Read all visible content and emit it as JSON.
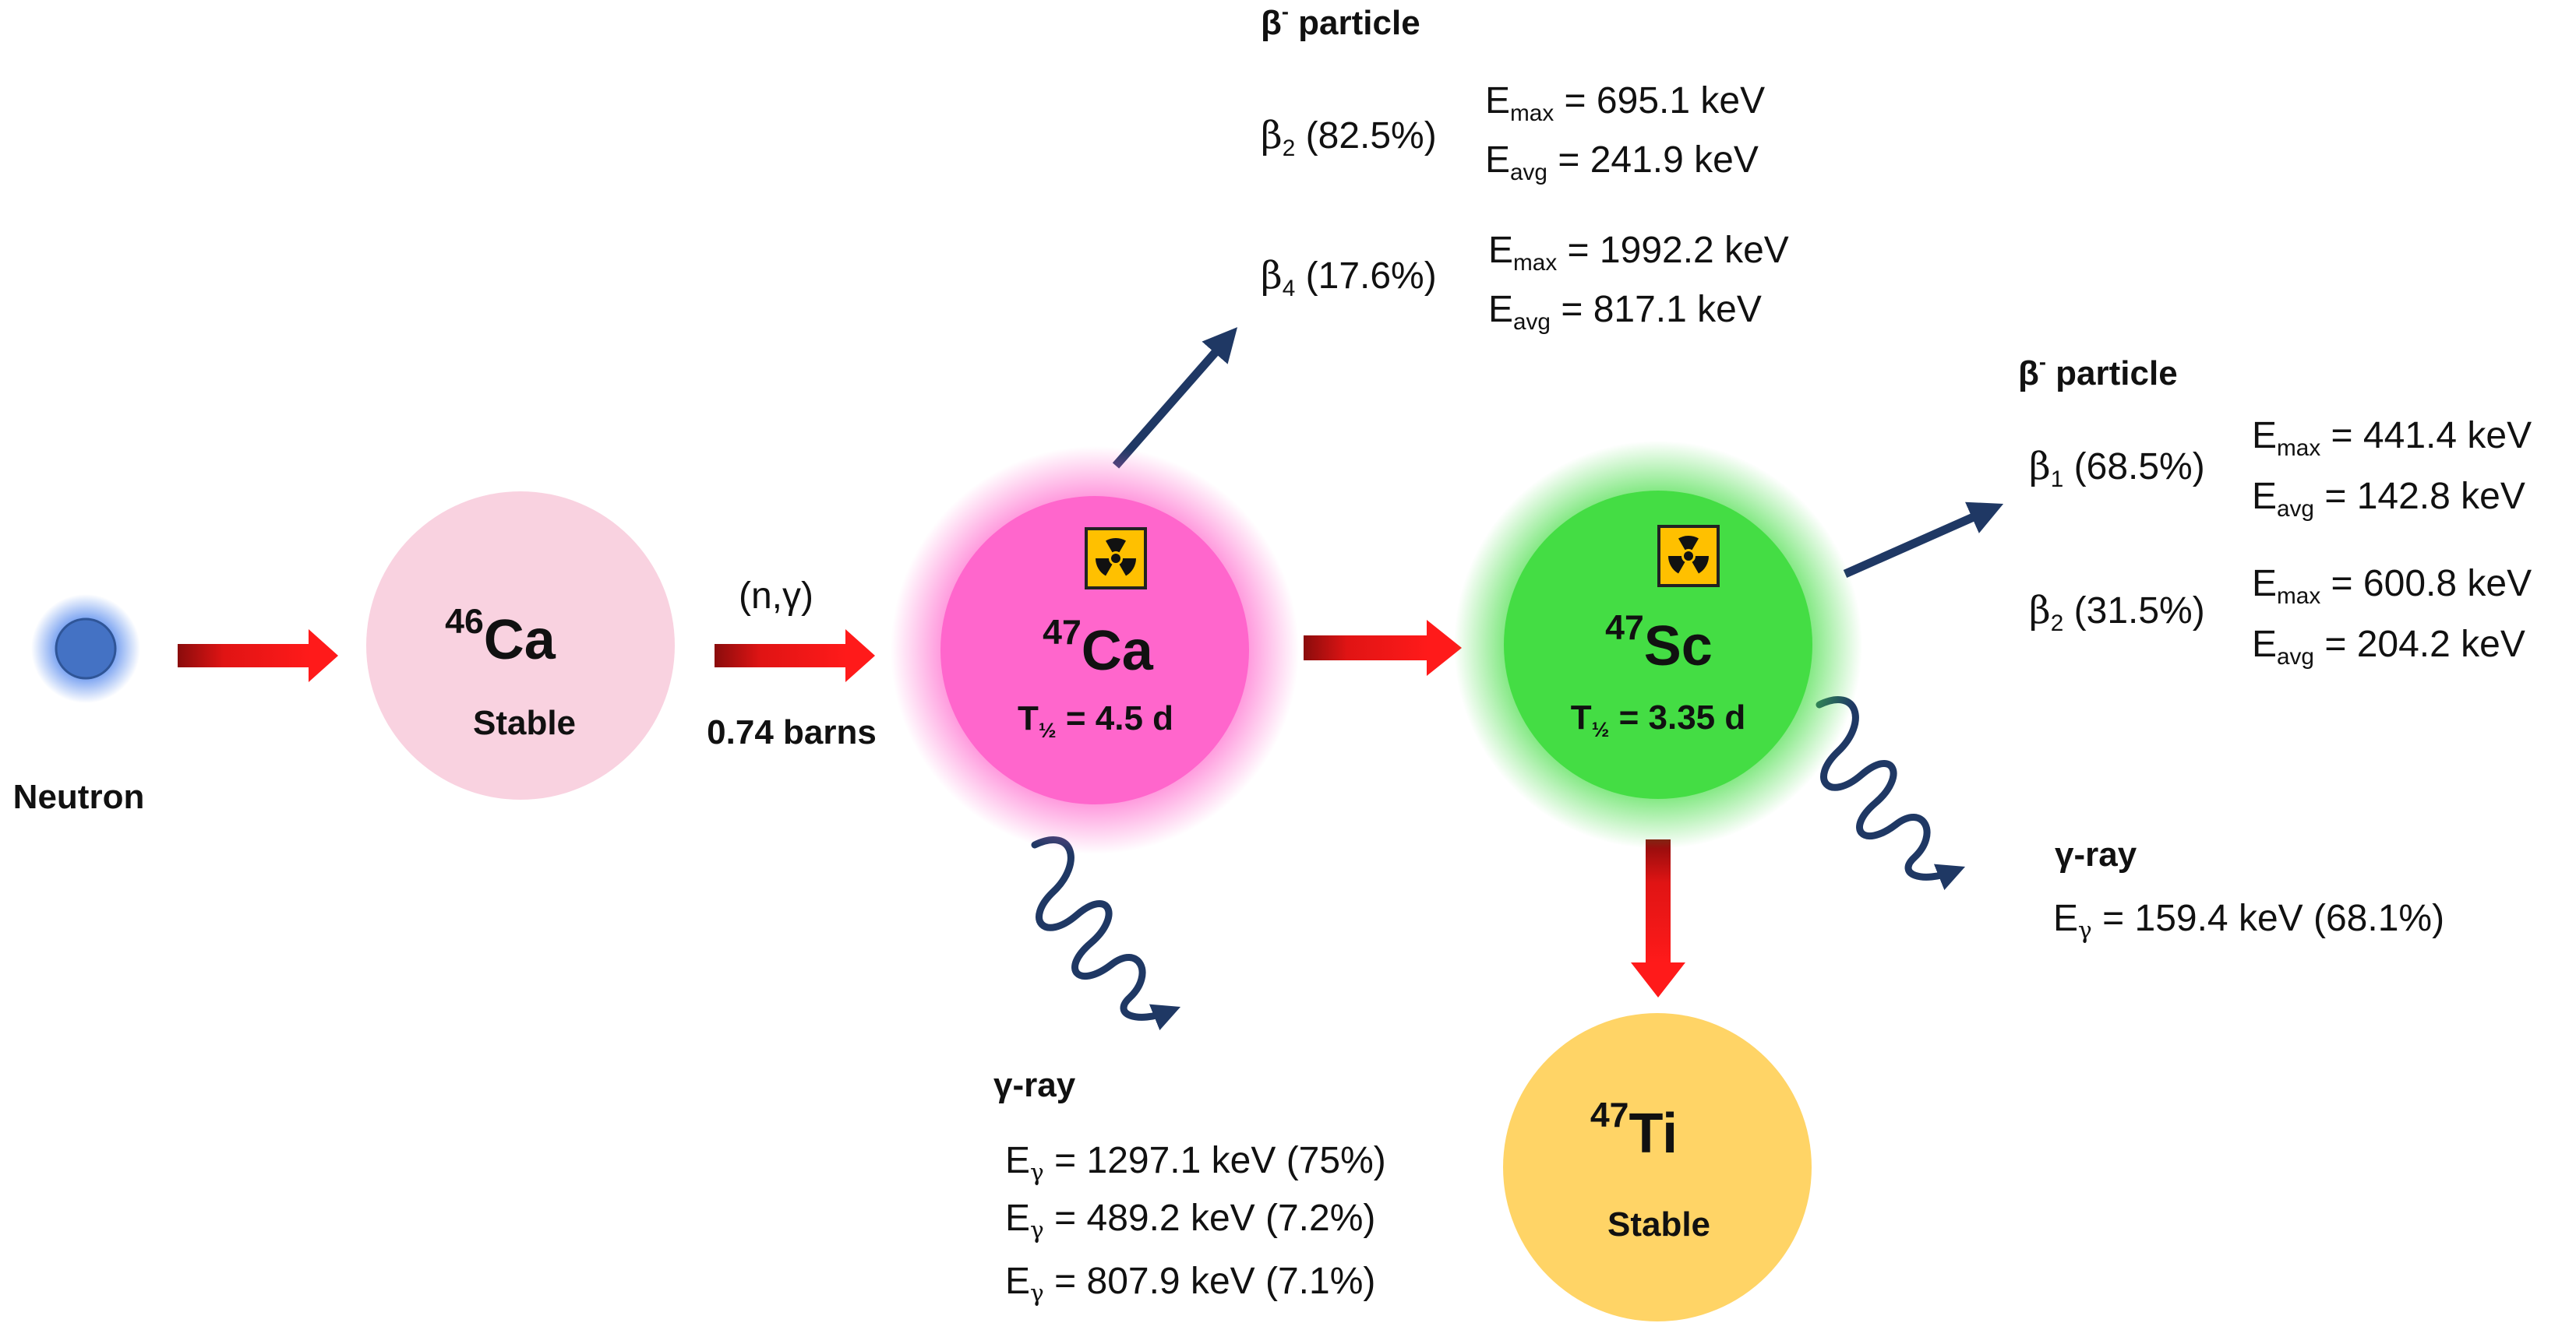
{
  "neutron": {
    "label": "Neutron"
  },
  "ca46": {
    "mass": "46",
    "symbol": "Ca",
    "status": "Stable"
  },
  "reaction": {
    "type": "(n,γ)",
    "cross_section": "0.74 barns"
  },
  "ca47": {
    "mass": "47",
    "symbol": "Ca",
    "halflife_label": "T",
    "halflife_sub": "½",
    "halflife_value": " = 4.5 d",
    "beta": {
      "title": "β",
      "title_sup": "-",
      "title_rest": " particle",
      "branches": [
        {
          "sym": "β",
          "idx": "2",
          "pct": " (82.5%)",
          "emax": " = 695.1 keV",
          "eavg": " = 241.9 keV"
        },
        {
          "sym": "β",
          "idx": "4",
          "pct": " (17.6%)",
          "emax": " = 1992.2 keV",
          "eavg": " = 817.1 keV"
        }
      ]
    },
    "gamma": {
      "title": "γ-ray",
      "lines": [
        {
          "val": " = 1297.1 keV (75%)"
        },
        {
          "val": " = 489.2 keV (7.2%)"
        },
        {
          "val": " = 807.9 keV (7.1%)"
        }
      ]
    }
  },
  "sc47": {
    "mass": "47",
    "symbol": "Sc",
    "halflife_label": "T",
    "halflife_sub": "½",
    "halflife_value": " = 3.35 d",
    "beta": {
      "title": "β",
      "title_sup": "-",
      "title_rest": " particle",
      "branches": [
        {
          "sym": "β",
          "idx": "1",
          "pct": " (68.5%)",
          "emax": " = 441.4 keV",
          "eavg": " = 142.8 keV"
        },
        {
          "sym": "β",
          "idx": "2",
          "pct": " (31.5%)",
          "emax": " = 600.8 keV",
          "eavg": " = 204.2 keV"
        }
      ]
    },
    "gamma": {
      "title": "γ-ray",
      "lines": [
        {
          "val": " = 159.4 keV (68.1%)"
        }
      ]
    }
  },
  "ti47": {
    "mass": "47",
    "symbol": "Ti",
    "status": "Stable"
  },
  "energy": {
    "E": "E",
    "max": "max",
    "avg": "avg",
    "gamma_sub": "γ"
  },
  "colors": {
    "ca46_fill": "#f9d2e0",
    "ca47_fill": "#ff66cc",
    "sc47_fill": "#44dd44",
    "ti47_fill": "#ffd466",
    "arrow_red": "#ee1111",
    "arrow_navy": "#1f3864",
    "neutron": "#4472c4",
    "hazard_yellow": "#ffc000"
  }
}
